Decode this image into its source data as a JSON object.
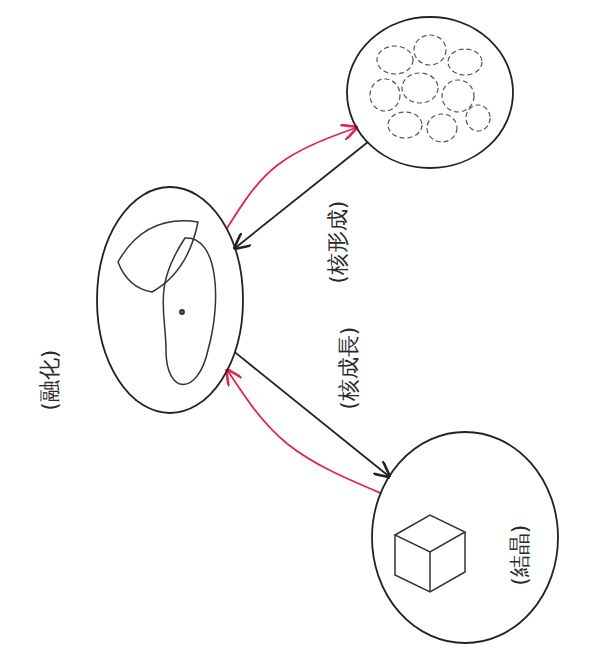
{
  "diagram": {
    "nodes": [
      {
        "text": []
      },
      {
        "text": []
      },
      {
        "text": [
          "(結晶)"
        ]
      }
    ],
    "edges": [
      {
        "from": 0,
        "to": 1,
        "arrow": "to",
        "label": "(核形成)"
      },
      {
        "from": 1,
        "to": 2,
        "arrow": "to",
        "label": "(核成長)"
      },
      {
        "from": 1,
        "to": 0,
        "arrow": "to"
      },
      {
        "from": 2,
        "to": 1,
        "arrow": "to"
      }
    ],
    "labels": [
      "(融化)"
    ]
  }
}
